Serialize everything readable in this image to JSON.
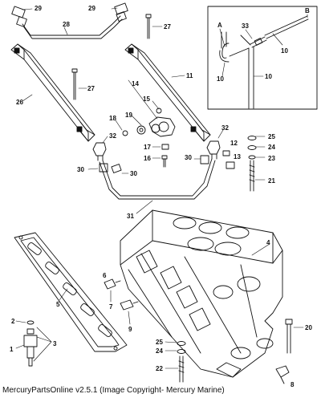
{
  "callouts": {
    "c1": "1",
    "c2": "2",
    "c3": "3",
    "c4": "4",
    "c5": "5",
    "c6": "6",
    "c7": "7",
    "c8": "8",
    "c9": "9",
    "c10a": "10",
    "c10b": "10",
    "c10c": "10",
    "c11": "11",
    "c12": "12",
    "c13": "13",
    "c14": "14",
    "c15": "15",
    "c16": "16",
    "c17": "17",
    "c18": "18",
    "c19": "19",
    "c20": "20",
    "c21": "21",
    "c22": "22",
    "c23": "23",
    "c24a": "24",
    "c24b": "24",
    "c25a": "25",
    "c25b": "25",
    "c26": "26",
    "c27a": "27",
    "c27b": "27",
    "c28": "28",
    "c29a": "29",
    "c29b": "29",
    "c30a": "30",
    "c30b": "30",
    "c30c": "30",
    "c31": "31",
    "c32a": "32",
    "c32b": "32",
    "c33": "33",
    "cA": "A",
    "cB": "B"
  },
  "footer": {
    "caption": "MercuryPartsOnline v2.5.1 (Image Copyright- Mercury Marine)"
  },
  "colors": {
    "line": "#111111",
    "background": "#ffffff"
  }
}
